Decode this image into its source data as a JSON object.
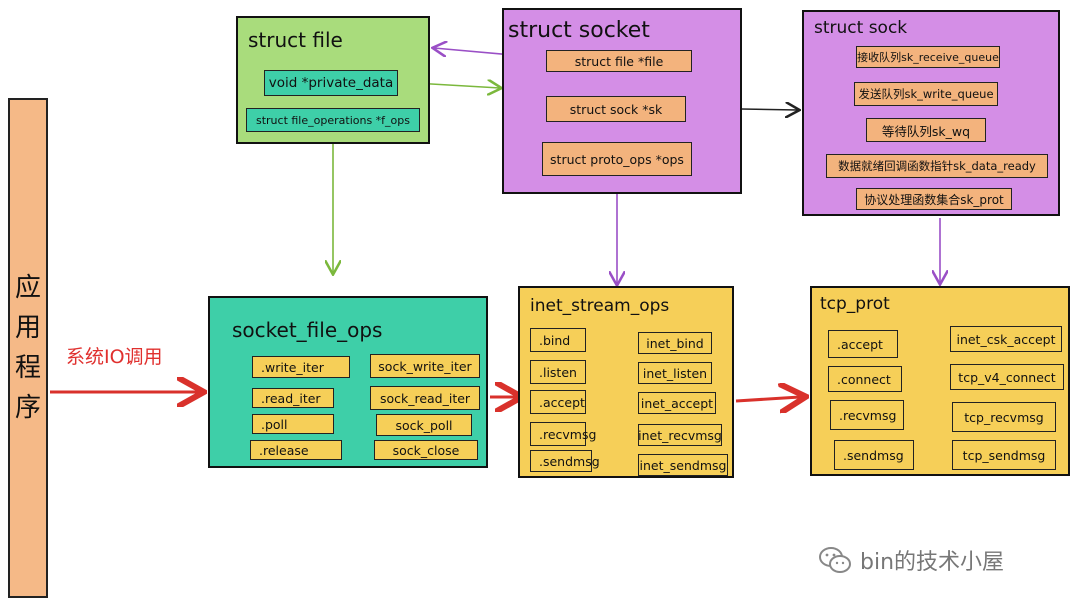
{
  "app": {
    "chars": [
      "应",
      "用",
      "程",
      "序"
    ]
  },
  "call_label": "系统IO调用",
  "struct_file": {
    "title": "struct file",
    "fields": [
      "void *private_data",
      "struct file_operations *f_ops"
    ]
  },
  "struct_socket": {
    "title": "struct socket",
    "fields": [
      "struct file *file",
      "struct sock *sk",
      "struct proto_ops *ops"
    ]
  },
  "struct_sock": {
    "title": "struct sock",
    "fields": [
      "接收队列sk_receive_queue",
      "发送队列sk_write_queue",
      "等待队列sk_wq",
      "数据就绪回调函数指针sk_data_ready",
      "协议处理函数集合sk_prot"
    ]
  },
  "socket_file_ops": {
    "title": "socket_file_ops",
    "rows": [
      {
        "op": ".write_iter",
        "impl": "sock_write_iter"
      },
      {
        "op": ".read_iter",
        "impl": "sock_read_iter"
      },
      {
        "op": ".poll",
        "impl": "sock_poll"
      },
      {
        "op": ".release",
        "impl": "sock_close"
      }
    ]
  },
  "inet_stream_ops": {
    "title": "inet_stream_ops",
    "rows": [
      {
        "op": ".bind",
        "impl": "inet_bind"
      },
      {
        "op": ".listen",
        "impl": "inet_listen"
      },
      {
        "op": ".accept",
        "impl": "inet_accept"
      },
      {
        "op": ".recvmsg",
        "impl": "inet_recvmsg"
      },
      {
        "op": ".sendmsg",
        "impl": "inet_sendmsg"
      }
    ]
  },
  "tcp_prot": {
    "title": "tcp_prot",
    "rows": [
      {
        "op": ".accept",
        "impl": "inet_csk_accept"
      },
      {
        "op": ".connect",
        "impl": "tcp_v4_connect"
      },
      {
        "op": ".recvmsg",
        "impl": "tcp_recvmsg"
      },
      {
        "op": ".sendmsg",
        "impl": "tcp_sendmsg"
      }
    ]
  },
  "watermark": "bin的技术小屋",
  "colors": {
    "green_arrow": "#7bb83c",
    "purple_arrow": "#9a4fc6",
    "red_arrow": "#d9312b",
    "dark_arrow": "#222222"
  }
}
